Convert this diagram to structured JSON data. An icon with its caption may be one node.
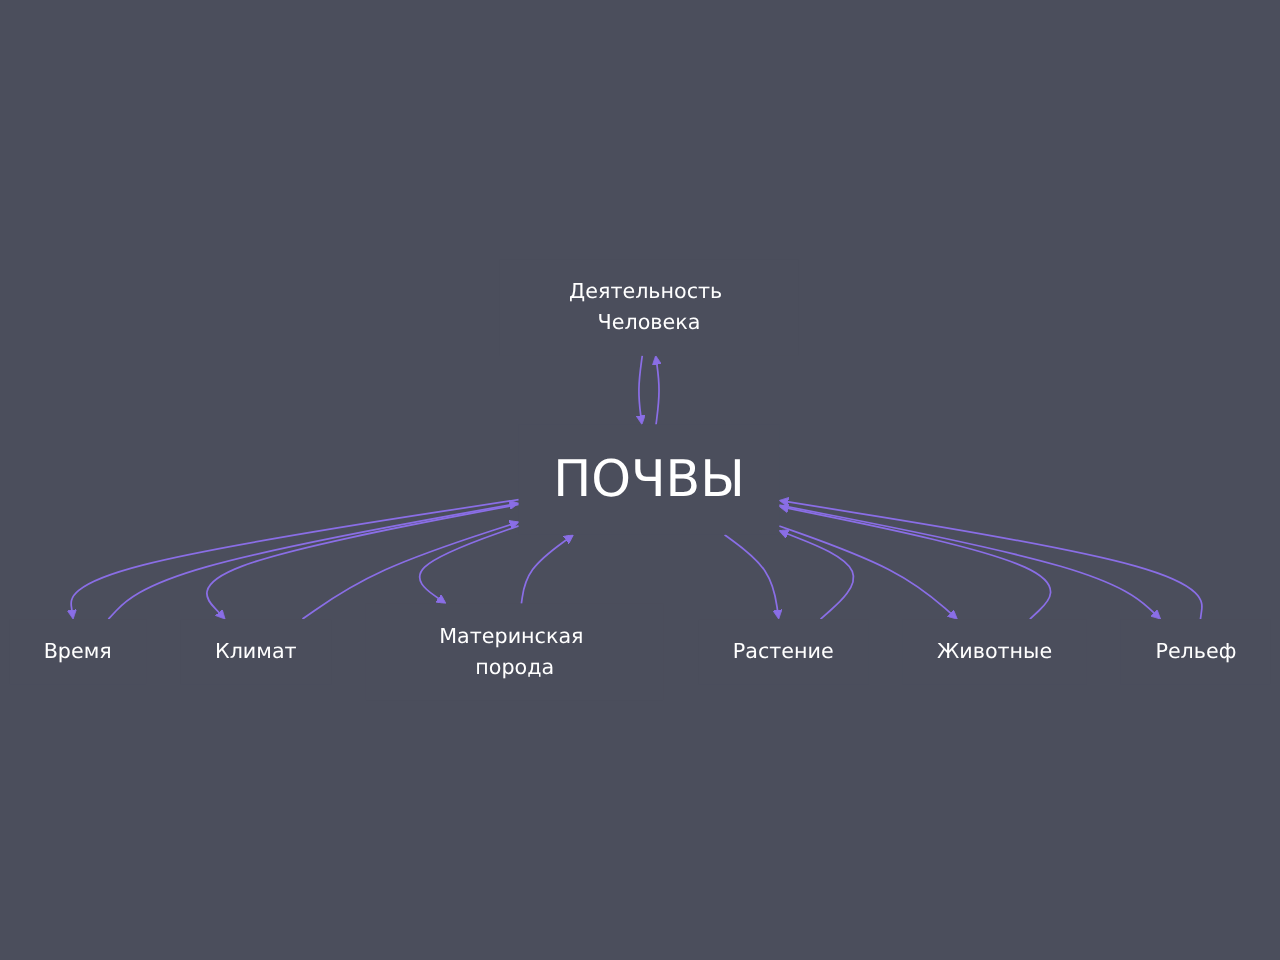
{
  "diagram": {
    "nodes": [
      {
        "text": [
          "Деятельность Человека"
        ]
      },
      {
        "text": [
          "Время"
        ]
      },
      {
        "text": [
          "Климат"
        ]
      },
      {
        "text": [
          "ПОЧВЫ"
        ]
      },
      {
        "text": [
          "Материнская порода"
        ]
      },
      {
        "text": [
          "Растение"
        ]
      },
      {
        "text": [
          "Животные"
        ]
      },
      {
        "text": [
          "Рельеф"
        ]
      }
    ],
    "edges": [
      {
        "from": 0,
        "to": 3,
        "arrow": "to"
      },
      {
        "from": 3,
        "to": 0,
        "arrow": "to"
      },
      {
        "from": 1,
        "to": 3,
        "arrow": "to"
      },
      {
        "from": 3,
        "to": 1,
        "arrow": "to"
      },
      {
        "from": 2,
        "to": 3,
        "arrow": "to"
      },
      {
        "from": 3,
        "to": 2,
        "arrow": "to"
      },
      {
        "from": 4,
        "to": 3,
        "arrow": "to"
      },
      {
        "from": 3,
        "to": 4,
        "arrow": "to"
      },
      {
        "from": 5,
        "to": 3,
        "arrow": "to"
      },
      {
        "from": 3,
        "to": 5,
        "arrow": "to"
      },
      {
        "from": 6,
        "to": 3,
        "arrow": "to"
      },
      {
        "from": 3,
        "to": 6,
        "arrow": "to"
      },
      {
        "from": 7,
        "to": 3,
        "arrow": "to"
      },
      {
        "from": 3,
        "to": 7,
        "arrow": "to"
      }
    ]
  }
}
